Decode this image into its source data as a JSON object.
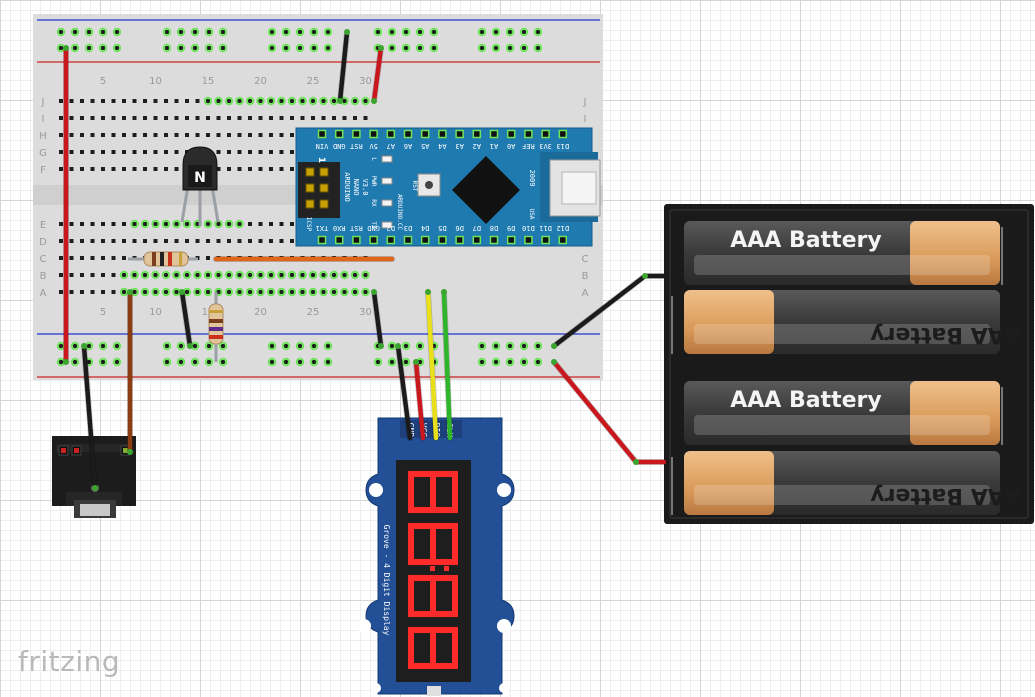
{
  "brand": "fritzing",
  "breadboard": {
    "column_numbers": [
      "5",
      "10",
      "15",
      "20",
      "25",
      "30"
    ],
    "row_letters_top": [
      "J",
      "I",
      "H",
      "G",
      "F"
    ],
    "row_letters_bottom": [
      "E",
      "D",
      "C",
      "B",
      "A"
    ]
  },
  "arduino": {
    "top_pins": [
      "D12",
      "D11",
      "D10",
      "D9",
      "D8",
      "D7",
      "D6",
      "D5",
      "D4",
      "D3",
      "D2",
      "GND",
      "RST",
      "RX0",
      "TX1"
    ],
    "bottom_pins": [
      "D13",
      "3V3",
      "REF",
      "A0",
      "A1",
      "A2",
      "A3",
      "A4",
      "A5",
      "A6",
      "A7",
      "5V",
      "RST",
      "GND",
      "VIN"
    ],
    "label_lines": [
      "ARDUINO",
      "NANO",
      "V3.0"
    ],
    "site": "ARDUINO.CC",
    "year": "2009",
    "country": "USA",
    "icsp": "ICSP",
    "pin_one": "1",
    "leds": [
      "L",
      "PWR",
      "RX",
      "TX"
    ],
    "reset": "RST"
  },
  "transistor": {
    "label": "N"
  },
  "display": {
    "pins": [
      "GND",
      "VCC",
      "DIO",
      "CLK"
    ],
    "caption": "Grove - 4 Digit Display"
  },
  "battery": {
    "cells": [
      "AAA Battery",
      "AAA Battery",
      "AAA Battery",
      "AAA Battery"
    ]
  }
}
